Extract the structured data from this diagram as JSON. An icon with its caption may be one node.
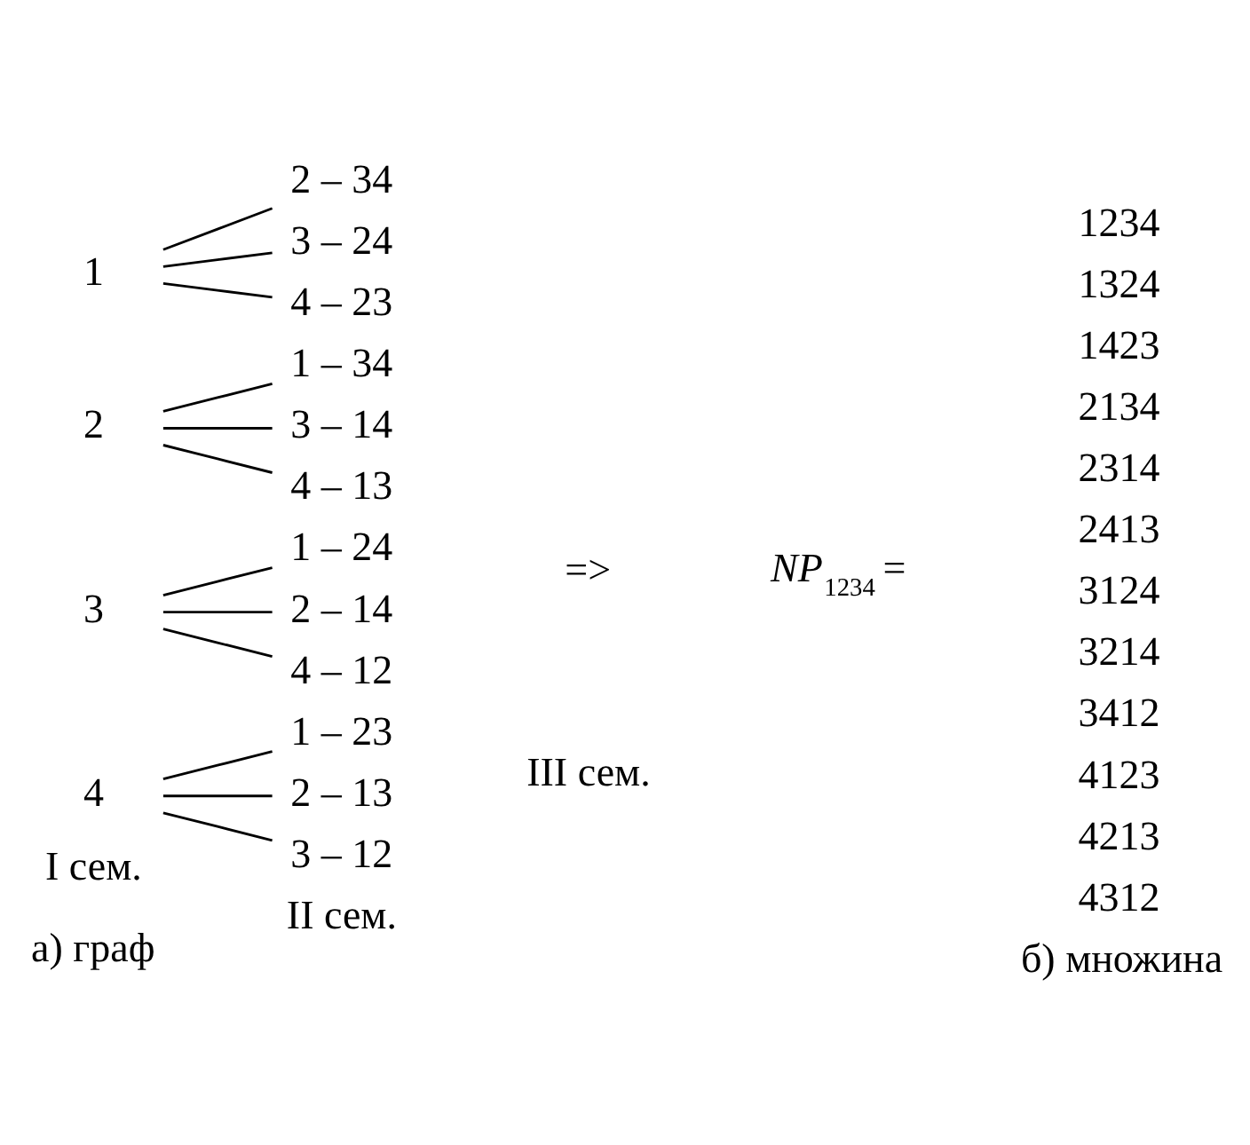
{
  "diagram": {
    "nodes": [
      {
        "text": [
          "1"
        ]
      },
      {
        "text": [
          "2 – 34"
        ]
      },
      {
        "text": [
          "3 – 24"
        ]
      },
      {
        "text": [
          "4 – 23"
        ]
      },
      {
        "text": [
          "2"
        ]
      },
      {
        "text": [
          "1 – 34"
        ]
      },
      {
        "text": [
          "3 – 14"
        ]
      },
      {
        "text": [
          "4 – 13"
        ]
      },
      {
        "text": [
          "3"
        ]
      },
      {
        "text": [
          "1 – 24"
        ]
      },
      {
        "text": [
          "2 – 14"
        ]
      },
      {
        "text": [
          "4 – 12"
        ]
      },
      {
        "text": [
          "4"
        ]
      },
      {
        "text": [
          "1 – 23"
        ]
      },
      {
        "text": [
          "2 – 13"
        ]
      },
      {
        "text": [
          "3 – 12"
        ]
      }
    ],
    "edges": [
      {
        "from": 0,
        "to": 1,
        "arrow": "none"
      },
      {
        "from": 0,
        "to": 2,
        "arrow": "none"
      },
      {
        "from": 0,
        "to": 3,
        "arrow": "none"
      },
      {
        "from": 4,
        "to": 5,
        "arrow": "none"
      },
      {
        "from": 4,
        "to": 6,
        "arrow": "none"
      },
      {
        "from": 4,
        "to": 7,
        "arrow": "none"
      },
      {
        "from": 8,
        "to": 9,
        "arrow": "none"
      },
      {
        "from": 8,
        "to": 10,
        "arrow": "none"
      },
      {
        "from": 8,
        "to": 11,
        "arrow": "none"
      },
      {
        "from": 12,
        "to": 13,
        "arrow": "none"
      },
      {
        "from": 12,
        "to": 14,
        "arrow": "none"
      },
      {
        "from": 12,
        "to": 15,
        "arrow": "none"
      }
    ],
    "labels": [
      "=>",
      "*NP*$_{1234}$ =",
      "1234",
      "1324",
      "1423",
      "2134",
      "2314",
      "2413",
      "3124",
      "3214",
      "3412",
      "4123",
      "4213",
      "4312",
      "I сем.",
      "II сем.",
      "III сем.",
      "а) граф",
      "б) множина"
    ]
  }
}
